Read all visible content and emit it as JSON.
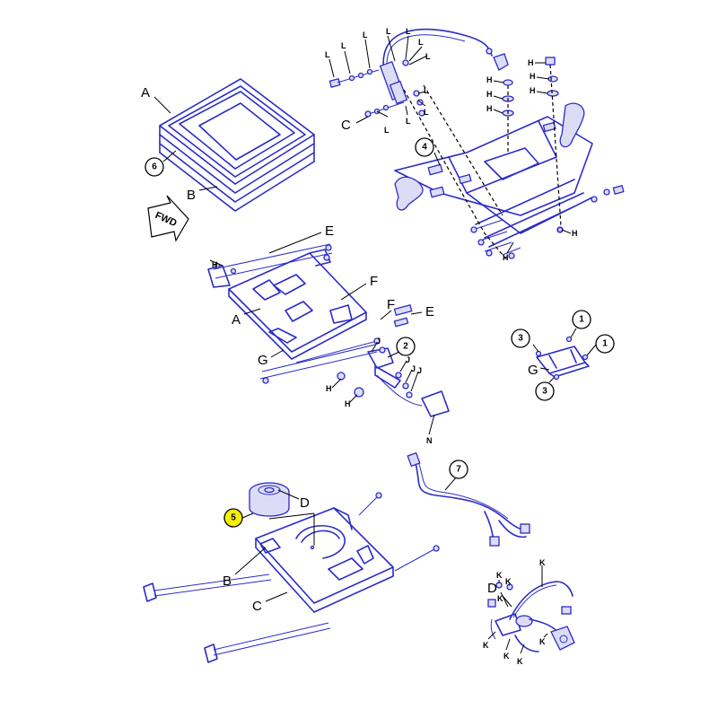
{
  "callouts": {
    "c1": "1",
    "c2": "2",
    "c3": "3",
    "c4": "4",
    "c5": "5",
    "c6": "6",
    "c7": "7"
  },
  "letters": {
    "A": "A",
    "B": "B",
    "C": "C",
    "D": "D",
    "E": "E",
    "F": "F",
    "G": "G",
    "H": "H",
    "J": "J",
    "K": "K",
    "L": "L",
    "N": "N"
  },
  "fwd_label": "FWD",
  "colors": {
    "line": "#2b2bc8",
    "highlight": "#f4f000"
  }
}
